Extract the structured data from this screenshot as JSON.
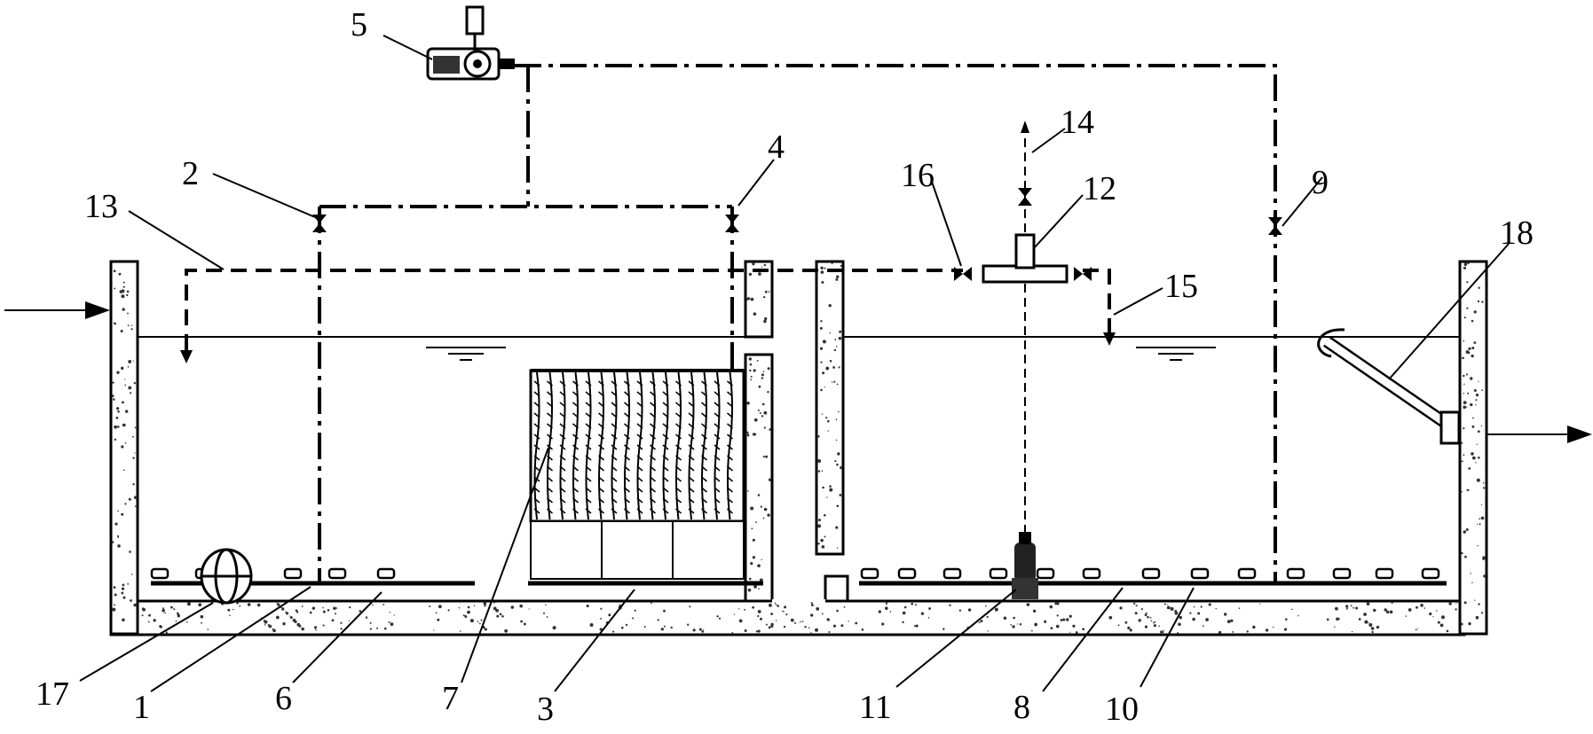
{
  "callouts": [
    {
      "id": "1",
      "text": "1"
    },
    {
      "id": "2",
      "text": "2"
    },
    {
      "id": "3",
      "text": "3"
    },
    {
      "id": "4",
      "text": "4"
    },
    {
      "id": "5",
      "text": "5"
    },
    {
      "id": "6",
      "text": "6"
    },
    {
      "id": "7",
      "text": "7"
    },
    {
      "id": "8",
      "text": "8"
    },
    {
      "id": "9",
      "text": "9"
    },
    {
      "id": "10",
      "text": "10"
    },
    {
      "id": "11",
      "text": "11"
    },
    {
      "id": "12",
      "text": "12"
    },
    {
      "id": "13",
      "text": "13"
    },
    {
      "id": "14",
      "text": "14"
    },
    {
      "id": "15",
      "text": "15"
    },
    {
      "id": "16",
      "text": "16"
    },
    {
      "id": "17",
      "text": "17"
    },
    {
      "id": "18",
      "text": "18"
    }
  ],
  "icons": {
    "blower": "air-blower-icon",
    "valve": "valve-icon",
    "water_level": "water-level-symbol-icon",
    "inflow": "inflow-arrow-icon",
    "outflow": "outflow-arrow-icon"
  },
  "colors": {
    "line": "#000000",
    "background": "#ffffff"
  }
}
